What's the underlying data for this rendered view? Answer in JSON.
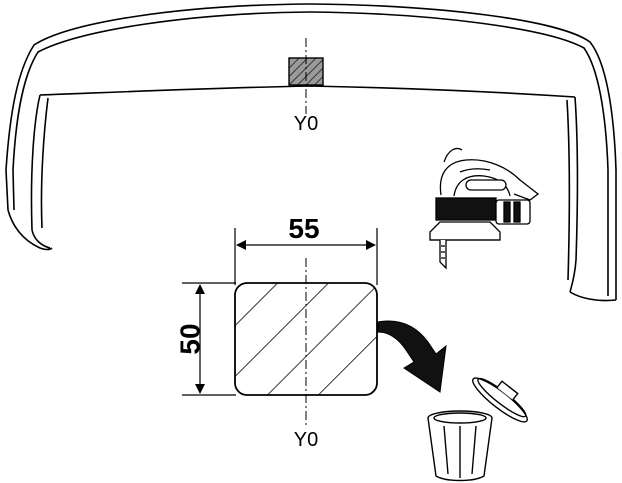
{
  "labels": {
    "y0_top": "Y0",
    "y0_bottom": "Y0",
    "width_dim": "55",
    "height_dim": "50"
  },
  "colors": {
    "stroke": "#000000",
    "hatch_fill": "#888888",
    "background": "#ffffff"
  },
  "icons": {
    "tool": "jigsaw-icon",
    "bin": "trash-can-icon",
    "arrow": "curved-arrow-icon"
  }
}
